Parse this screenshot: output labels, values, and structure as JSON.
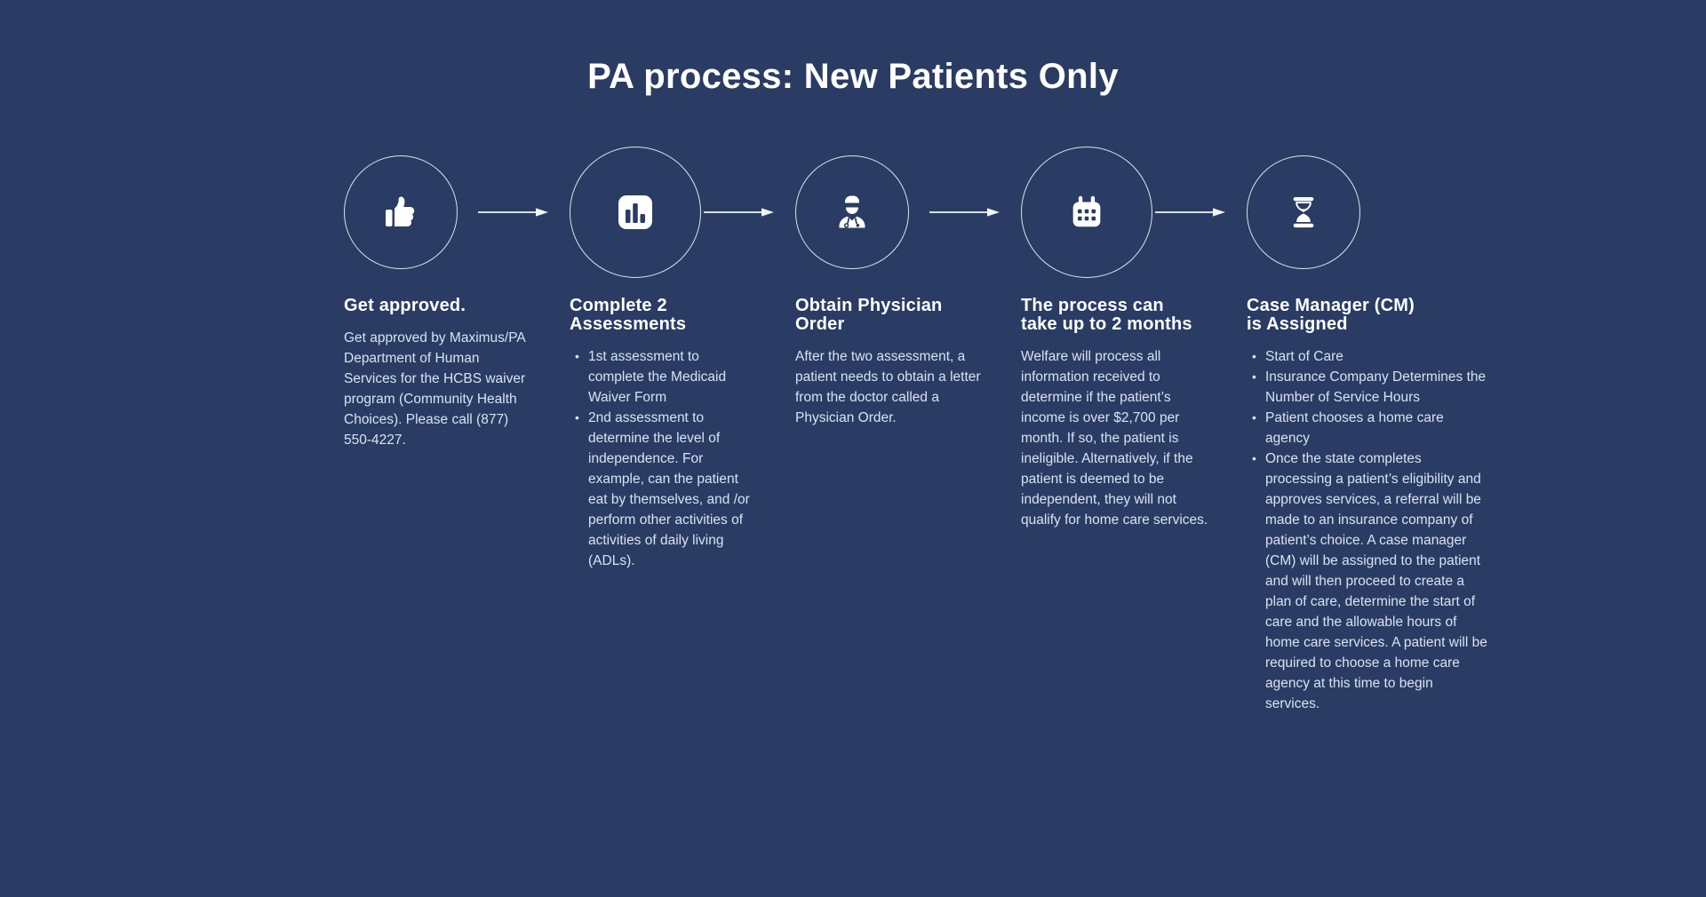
{
  "page": {
    "title": "PA process: New Patients Only"
  },
  "colors": {
    "background": "#2a3c63",
    "heading_text": "#ffffff",
    "body_text": "#d9e2f1",
    "icon": "#ffffff",
    "circle_border": "#ffffff"
  },
  "steps": [
    {
      "icon": "thumbs-up-icon",
      "heading_lines": [
        "Get approved."
      ],
      "paragraph": "Get approved by Maximus/PA Department of Human Services for the HCBS waiver program (Community Health Choices). Please call (877) 550-4227."
    },
    {
      "icon": "bar-chart-icon",
      "heading_lines": [
        "Complete 2",
        "Assessments"
      ],
      "bullets": [
        "1st assessment to complete the Medicaid Waiver Form",
        "2nd assessment to determine the level of independence. For example, can the patient eat by themselves, and /or perform other activities of activities of daily living (ADLs)."
      ]
    },
    {
      "icon": "doctor-icon",
      "heading_lines": [
        "Obtain Physician",
        "Order"
      ],
      "paragraph": "After the two assessment, a patient needs to obtain a letter from the doctor called a Physician Order."
    },
    {
      "icon": "calendar-icon",
      "heading_lines": [
        "The process can",
        "take up to 2 months"
      ],
      "paragraph": "Welfare will process all information received to determine if the patient’s income is over $2,700 per month. If so, the patient is ineligible. Alternatively, if the patient is deemed to be independent, they will not qualify for home care services."
    },
    {
      "icon": "hourglass-icon",
      "heading_lines": [
        "Case Manager (CM)",
        "is Assigned"
      ],
      "bullets": [
        "Start of Care",
        "Insurance Company Determines the Number of Service Hours",
        "Patient chooses a home care agency",
        "Once the state completes processing a patient’s eligibility and approves services, a referral will be made to an insurance company of patient’s choice. A case manager (CM) will be assigned to the patient and will then proceed to create a plan of care, determine the start of care and the allowable hours of home care services. A patient will be required to choose a home care agency at this time to begin services."
      ]
    }
  ]
}
